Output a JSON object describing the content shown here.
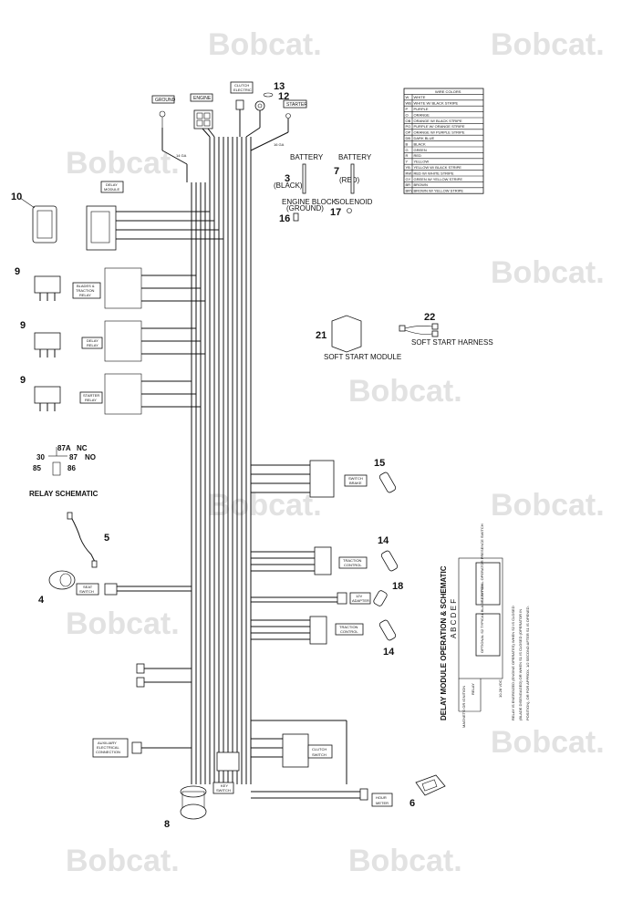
{
  "watermark": "Bobcat.",
  "legend": {
    "title": "WIRE COLORS",
    "rows": [
      {
        "code": "W",
        "name": "WHITE"
      },
      {
        "code": "WB",
        "name": "WHITE W/ BLACK STRIPE"
      },
      {
        "code": "P",
        "name": "PURPLE"
      },
      {
        "code": "O",
        "name": "ORANGE"
      },
      {
        "code": "OB",
        "name": "ORANGE W/ BLACK STRIPE"
      },
      {
        "code": "PO",
        "name": "PURPLE W/ ORANGE STRIPE"
      },
      {
        "code": "OP",
        "name": "ORANGE W/ PURPLE STRIPE"
      },
      {
        "code": "DB",
        "name": "DARK BLUE"
      },
      {
        "code": "B",
        "name": "BLACK"
      },
      {
        "code": "G",
        "name": "GREEN"
      },
      {
        "code": "R",
        "name": "RED"
      },
      {
        "code": "Y",
        "name": "YELLOW"
      },
      {
        "code": "YB",
        "name": "YELLOW W/ BLACK STRIPE"
      },
      {
        "code": "RW",
        "name": "RED W/ WHITE STRIPE"
      },
      {
        "code": "GY",
        "name": "GREEN W/ YELLOW STRIPE"
      },
      {
        "code": "BR",
        "name": "BROWN"
      },
      {
        "code": "BRY",
        "name": "BROWN W/ YELLOW STRIPE"
      }
    ]
  },
  "labels": {
    "ground": "GROUND",
    "engine": "ENGINE",
    "clutch_electric_1": "CLUTCH",
    "clutch_electric_2": "ELECTRIC",
    "starter": "STARTER",
    "delay_module_1": "DELAY",
    "delay_module_2": "MODULE",
    "blades_relay_1": "BLADES &",
    "blades_relay_2": "TRACTION",
    "blades_relay_3": "RELAY",
    "delay_relay_1": "DELAY",
    "delay_relay_2": "RELAY",
    "starter_relay_1": "STARTER",
    "starter_relay_2": "RELAY",
    "battery_black_title": "BATTERY",
    "battery_black_color": "(BLACK)",
    "battery_red_title": "BATTERY",
    "battery_red_color": "(RED)",
    "engine_block_1": "ENGINE BLOCK",
    "engine_block_2": "(GROUND)",
    "solenoid": "SOLENOID",
    "soft_start_module": "SOFT START MODULE",
    "soft_start_harness": "SOFT START HARNESS",
    "relay_87a": "87A",
    "relay_nc": "NC",
    "relay_87": "87",
    "relay_no": "NO",
    "relay_30": "30",
    "relay_85": "85",
    "relay_86": "86",
    "relay_schematic": "RELAY SCHEMATIC",
    "switch_brake_1": "SWITCH",
    "switch_brake_2": "BRAKE",
    "traction_control_1": "TRACTION",
    "traction_control_2": "CONTROL",
    "seat_switch_1": "SEAT",
    "seat_switch_2": "SWITCH",
    "adapter_1": "12V",
    "adapter_2": "ADAPTER",
    "aux_1": "AUXILIARY",
    "aux_2": "ELECTRICAL",
    "aux_3": "CONNECTION",
    "clutch_switch_1": "CLUTCH",
    "clutch_switch_2": "SWITCH",
    "key_switch_1": "KEY",
    "key_switch_2": "SWITCH",
    "hour_meter_1": "HOUR",
    "hour_meter_2": "METER",
    "gauge_14ga": "14 GA",
    "gauge_16ga": "16 GA",
    "delay_title": "DELAY MODULE OPERATION & SCHEMATIC",
    "delay_pins": "A  B  C  D  E  F",
    "s1_text": "S1 TYPICAL OPERATOR PRESENCE SWITCH",
    "s2_text": "OPTIONAL S2 TYPICAL BLADE SWITCH",
    "relay_word": "RELAY",
    "voltage": "10-28 VDC",
    "magneto": "MAGNETO OR IGNITION",
    "note_1": "RELAY IS ENERGIZED (ENGINE OPERATES) WHEN S2 IS CLOSED",
    "note_2": "(BLADE DISENGAGED) OR WHEN S1 IS CLOSED (OPERATOR IN",
    "note_3": "POSITION), OR FOR APPROX. 1/2 SECOND AFTER S1 IS OPENED."
  },
  "callouts": {
    "c3": "3",
    "c4": "4",
    "c5": "5",
    "c6": "6",
    "c7": "7",
    "c8": "8",
    "c9a": "9",
    "c9b": "9",
    "c9c": "9",
    "c10": "10",
    "c12": "12",
    "c13": "13",
    "c14a": "14",
    "c14b": "14",
    "c15": "15",
    "c16": "16",
    "c17": "17",
    "c18": "18",
    "c21": "21",
    "c22": "22"
  }
}
